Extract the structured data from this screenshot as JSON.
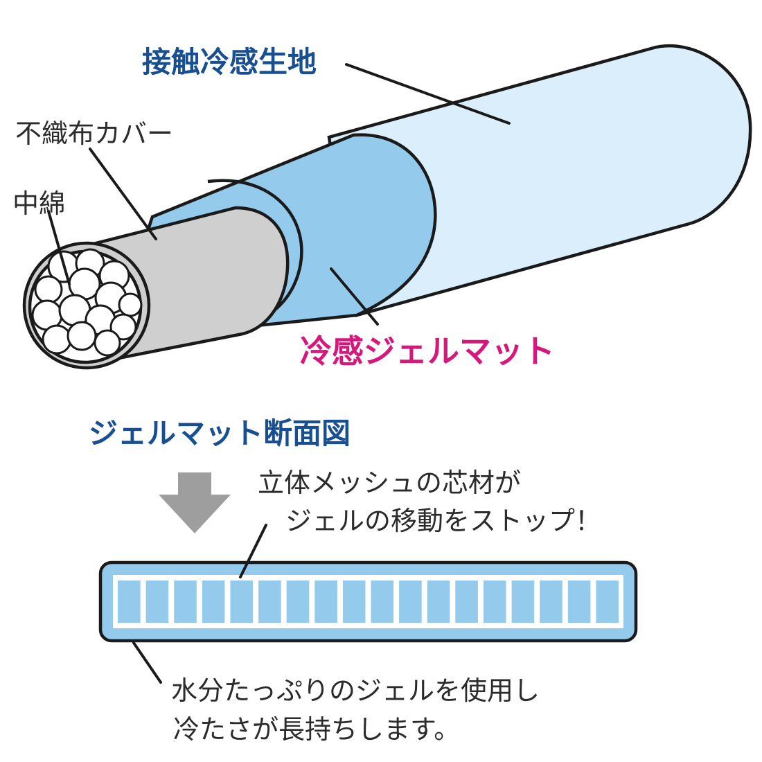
{
  "labels": {
    "outer_fabric": "接触冷感生地",
    "nonwoven_cover": "不織布カバー",
    "filling": "中綿",
    "gel_mat": "冷感ジェルマット"
  },
  "cross_section": {
    "title": "ジェルマット断面図",
    "core_note_line1": "立体メッシュの芯材が",
    "core_note_line2": "ジェルの移動をストップ！",
    "gel_note_line1": "水分たっぷりのジェルを使用し",
    "gel_note_line2": "冷たさが長持ちします。",
    "cell_count": 18
  },
  "colors": {
    "outer_fabric": "#dbeefb",
    "gel_mat": "#94cbec",
    "cover": "#cfcfcf",
    "arrow": "#9e9e9e",
    "title_blue": "#174f92",
    "accent_pink": "#d6177c"
  }
}
